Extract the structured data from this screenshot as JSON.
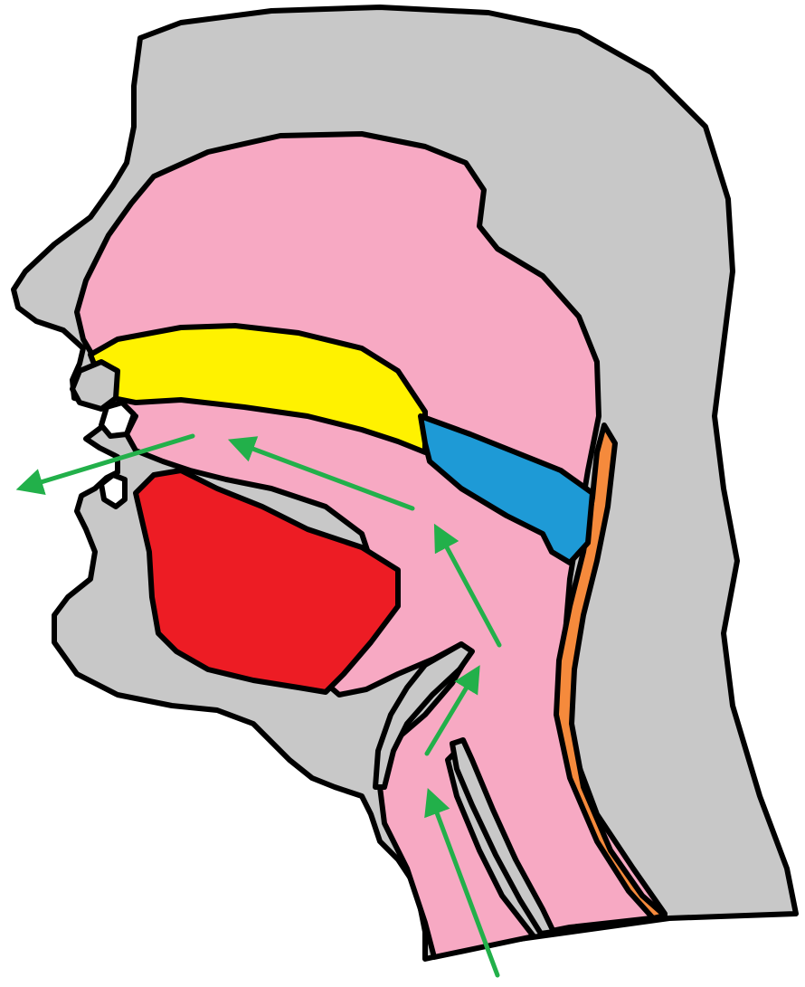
{
  "diagram": {
    "type": "sagittal-section-head-airflow",
    "labels": [],
    "colors": {
      "background": "#ffffff",
      "head": "#c8c8c8",
      "airway": "#f7a9c3",
      "hard_palate": "#fff200",
      "soft_palate": "#1e9ad6",
      "tongue": "#ed1c24",
      "spine_strip": "#f58a3c",
      "teeth": "#ffffff",
      "arrow": "#22b04a",
      "outline": "#000000"
    },
    "regions": [
      {
        "name": "head-silhouette",
        "color_key": "head"
      },
      {
        "name": "nasal-and-oral-cavity",
        "color_key": "airway"
      },
      {
        "name": "hard-palate",
        "color_key": "hard_palate"
      },
      {
        "name": "soft-palate",
        "color_key": "soft_palate"
      },
      {
        "name": "tongue",
        "color_key": "tongue"
      },
      {
        "name": "posterior-strip",
        "color_key": "spine_strip"
      },
      {
        "name": "epiglottis",
        "color_key": "head"
      },
      {
        "name": "vocal-fold-tip",
        "color_key": "head"
      }
    ],
    "airflow_arrows": [
      {
        "name": "arrow-trachea-up"
      },
      {
        "name": "arrow-larynx-up"
      },
      {
        "name": "arrow-pharynx-up"
      },
      {
        "name": "arrow-oral-forward"
      },
      {
        "name": "arrow-exit-mouth"
      }
    ]
  }
}
